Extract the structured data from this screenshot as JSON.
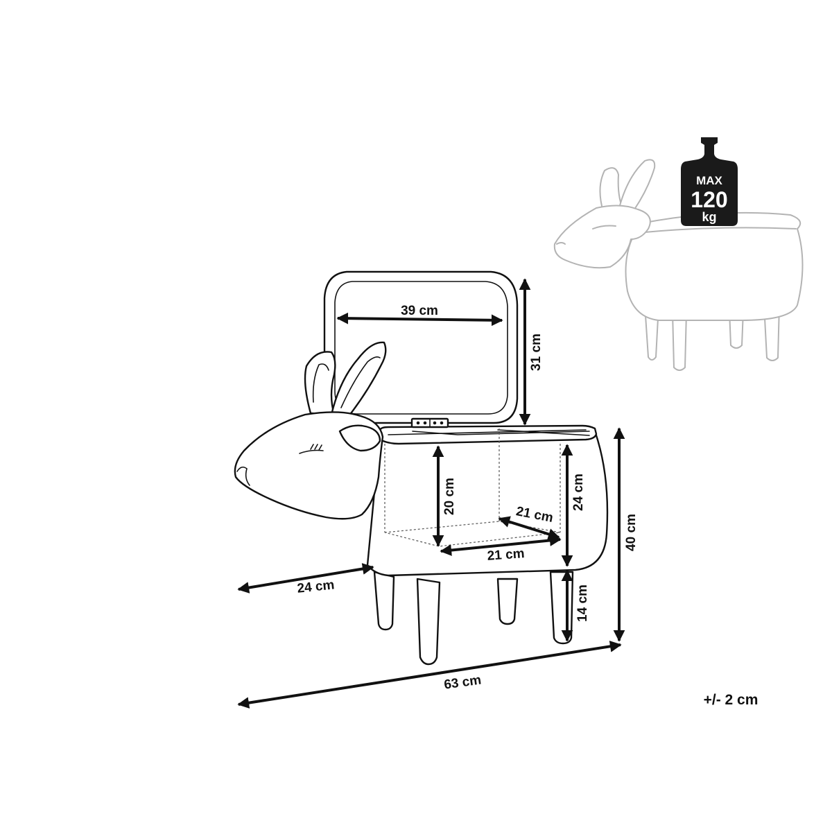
{
  "dimensions": {
    "lid_width": "39 cm",
    "lid_height": "31 cm",
    "inner_depth": "20 cm",
    "body_height": "24 cm",
    "total_height": "40 cm",
    "inner_width_back": "21 cm",
    "inner_width_front": "21 cm",
    "width": "24 cm",
    "leg_height": "14 cm",
    "length": "63 cm"
  },
  "load": {
    "line1": "MAX",
    "line2": "120",
    "line3": "kg"
  },
  "tolerance": "+/- 2 cm",
  "colors": {
    "line": "#111111",
    "ghost": "#b3b3b3",
    "weight_fill": "#1a1a1a"
  },
  "icons": [
    "weight-icon"
  ]
}
